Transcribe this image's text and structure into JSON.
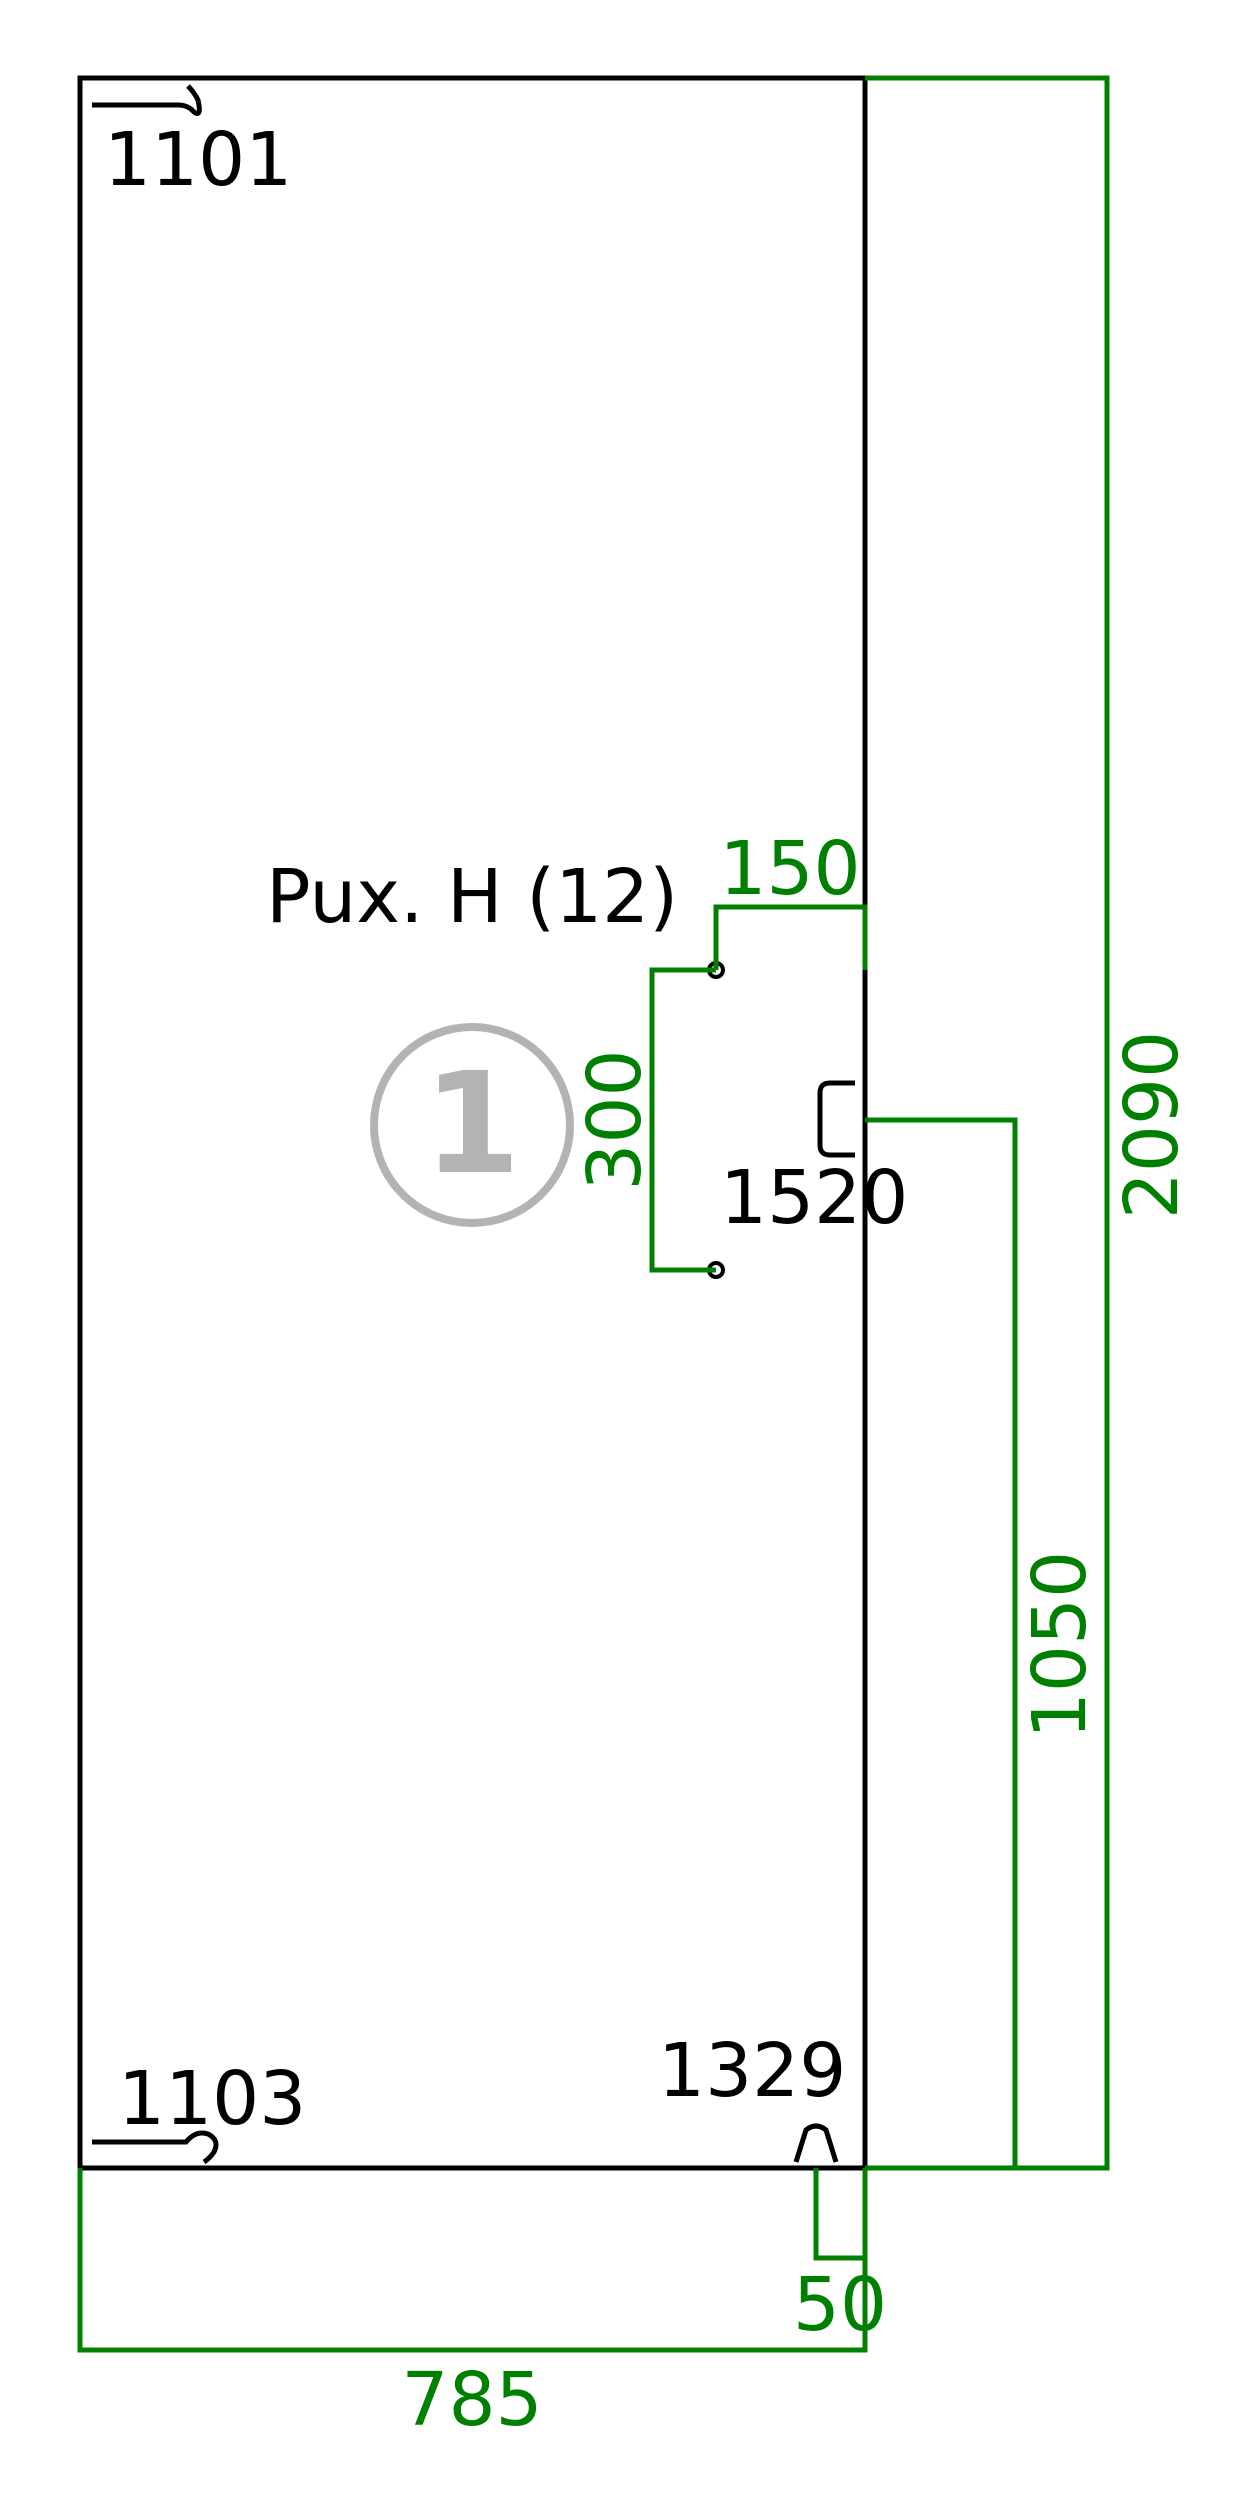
{
  "part": {
    "label": "Pux. H (12)",
    "badge": "1"
  },
  "codes": {
    "top_left": "1101",
    "bottom_left": "1103",
    "bottom_right": "1329",
    "right_mid": "1520"
  },
  "dimensions": {
    "width": "785",
    "height": "2090",
    "hole_offset": "150",
    "hole_spacing": "300",
    "handle_height": "1050",
    "bottom_offset": "50"
  },
  "colors": {
    "outline": "#000000",
    "dimension": "#008000",
    "badge": "#b3b3b3"
  }
}
